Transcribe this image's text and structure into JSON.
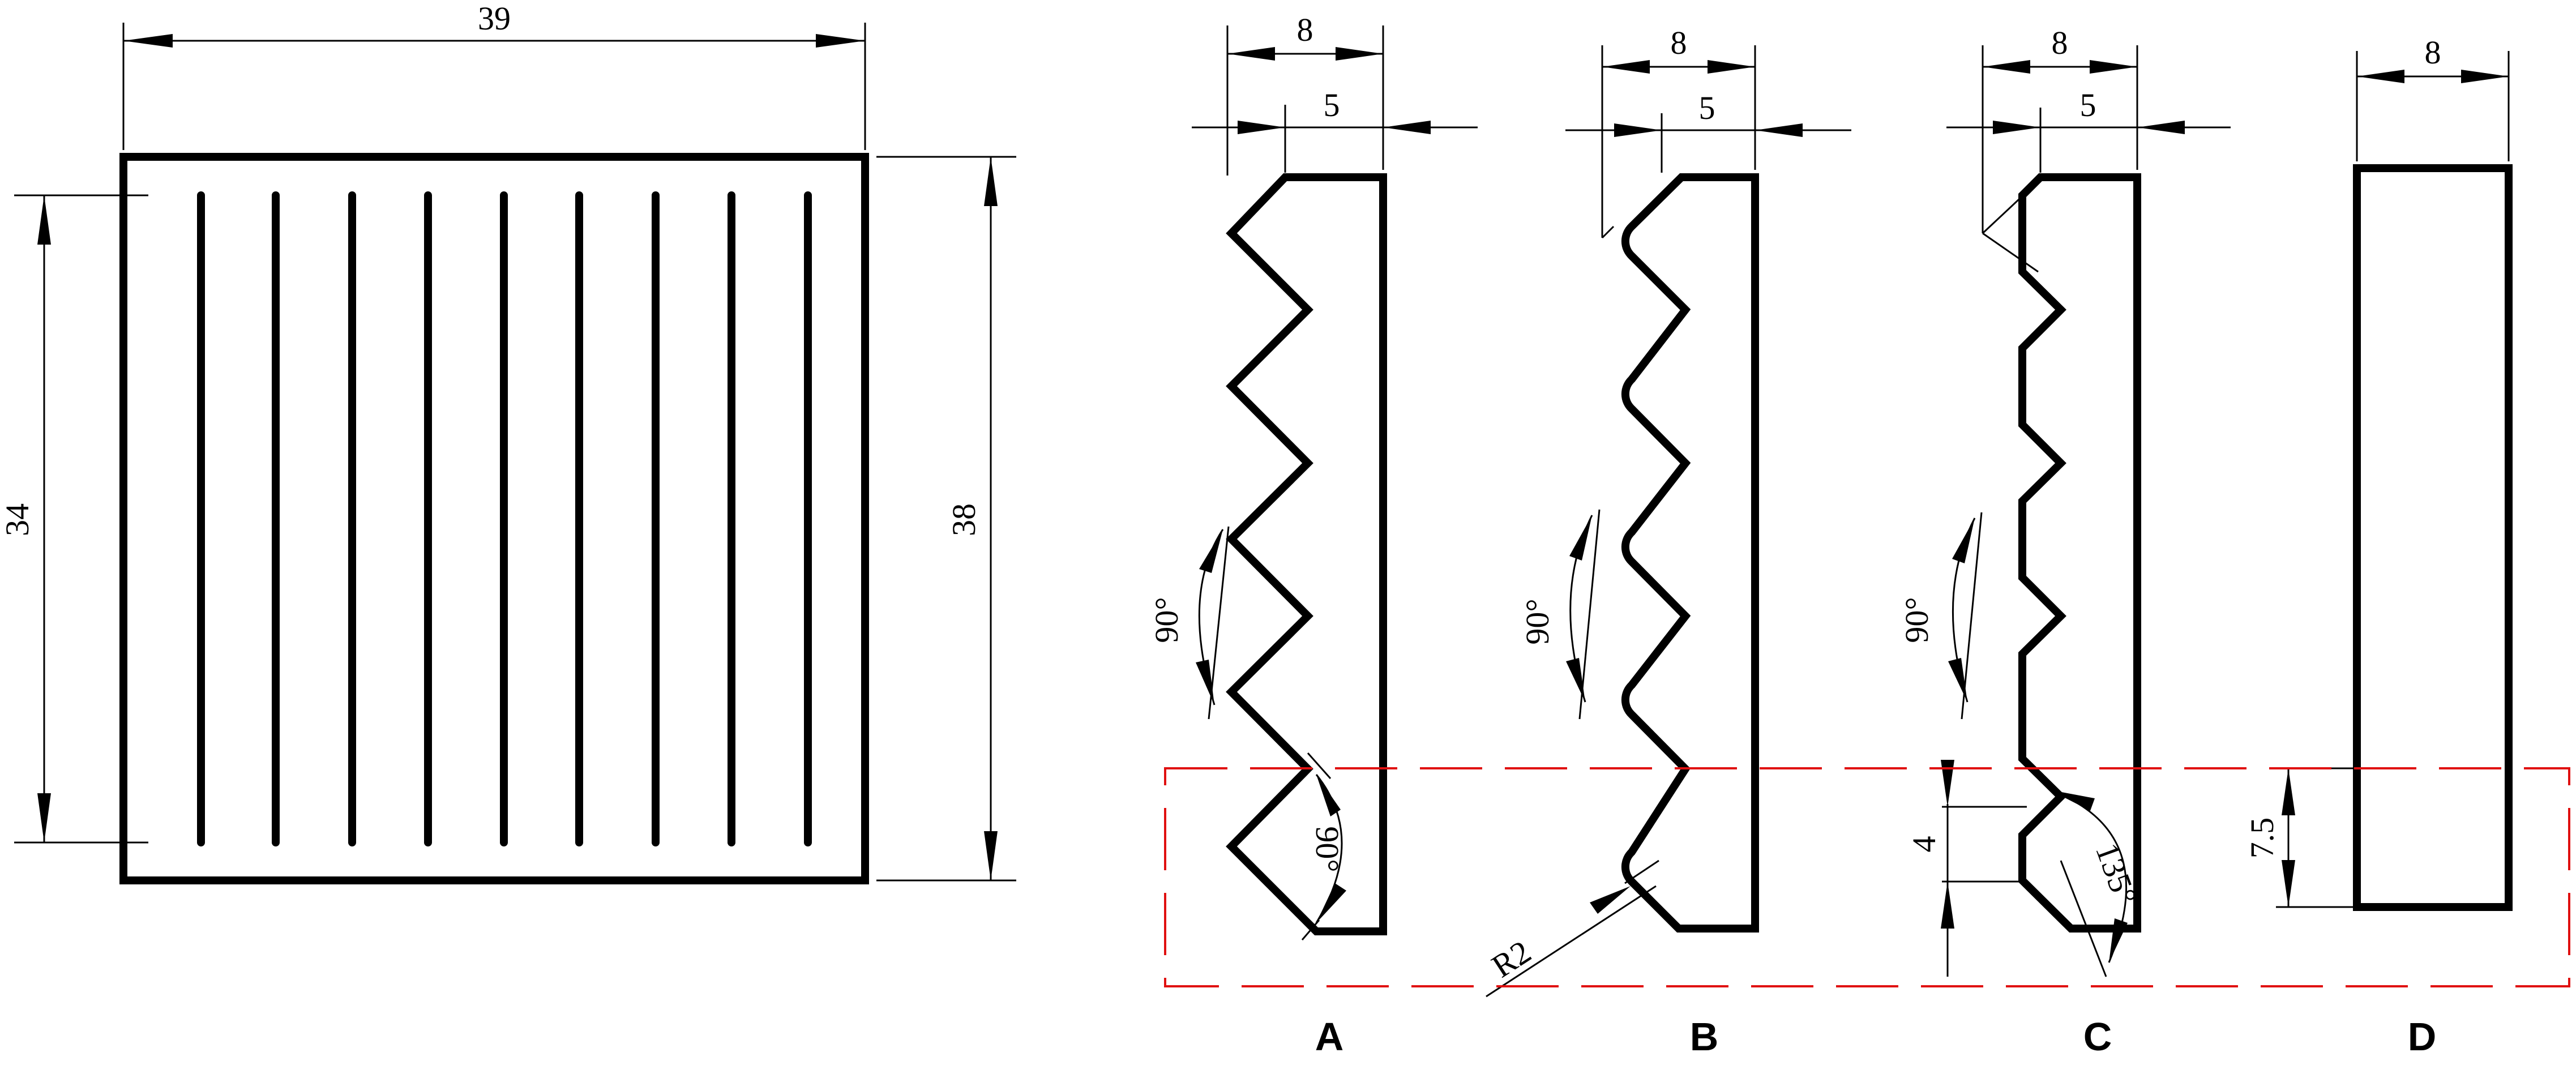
{
  "panel_left": {
    "dim_width": "39",
    "dim_slot_span": "34",
    "dim_height": "38"
  },
  "profiles": [
    {
      "letter": "A",
      "dim_top": "8",
      "dim_tip": "5",
      "angle1": "90°",
      "angle2": "90°"
    },
    {
      "letter": "B",
      "dim_top": "8",
      "dim_tip": "5",
      "angle1": "90°",
      "radius": "R2"
    },
    {
      "letter": "C",
      "dim_top": "8",
      "dim_tip": "5",
      "angle1": "90°",
      "angle2": "135°",
      "dim_small": "4"
    },
    {
      "letter": "D",
      "dim_top": "8",
      "dim_height": "7.5"
    }
  ]
}
